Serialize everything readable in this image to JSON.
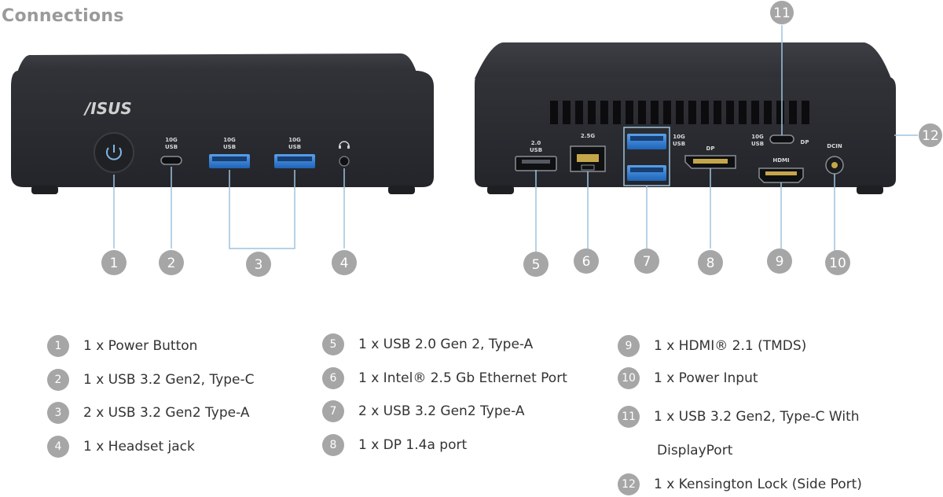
{
  "title": "Connections",
  "brand_logo": "/ISUS",
  "colors": {
    "device_body": "#2b2c31",
    "device_top": "#34363b",
    "usb_blue": "#2f7fd6",
    "leader_line": "#9ec3df",
    "callout_circle": "#a6a6a6",
    "heading": "#9a9a9a"
  },
  "front_port_labels": {
    "usb_c": [
      "10G",
      "USB"
    ],
    "usb_a1": [
      "10G",
      "USB"
    ],
    "usb_a2": [
      "10G",
      "USB"
    ]
  },
  "rear_port_labels": {
    "usb2": [
      "2.0",
      "USB"
    ],
    "lan": "2.5G",
    "usb_a": [
      "10G",
      "USB"
    ],
    "dp": "DP",
    "usb_c": [
      "10G",
      "USB"
    ],
    "usb_c_dp": "DP",
    "hdmi": "HDMI",
    "dcin": "DCIN"
  },
  "legend": [
    {
      "num": "1",
      "text": "1 x Power Button"
    },
    {
      "num": "2",
      "text": "1 x USB 3.2 Gen2, Type-C"
    },
    {
      "num": "3",
      "text": "2 x USB 3.2 Gen2 Type-A"
    },
    {
      "num": "4",
      "text": "1 x Headset jack"
    },
    {
      "num": "5",
      "text": "1 x USB 2.0 Gen 2, Type-A"
    },
    {
      "num": "6",
      "text": "1 x Intel® 2.5 Gb Ethernet Port"
    },
    {
      "num": "7",
      "text": "2 x USB 3.2 Gen2 Type-A"
    },
    {
      "num": "8",
      "text": "1 x DP 1.4a  port"
    },
    {
      "num": "9",
      "text": "1 x HDMI® 2.1 (TMDS)"
    },
    {
      "num": "10",
      "text": "1 x Power Input"
    },
    {
      "num": "11",
      "text": "1 x USB 3.2 Gen2, Type-C With",
      "continuation": "DisplayPort"
    },
    {
      "num": "12",
      "text": "1 x Kensington Lock (Side Port)"
    }
  ]
}
